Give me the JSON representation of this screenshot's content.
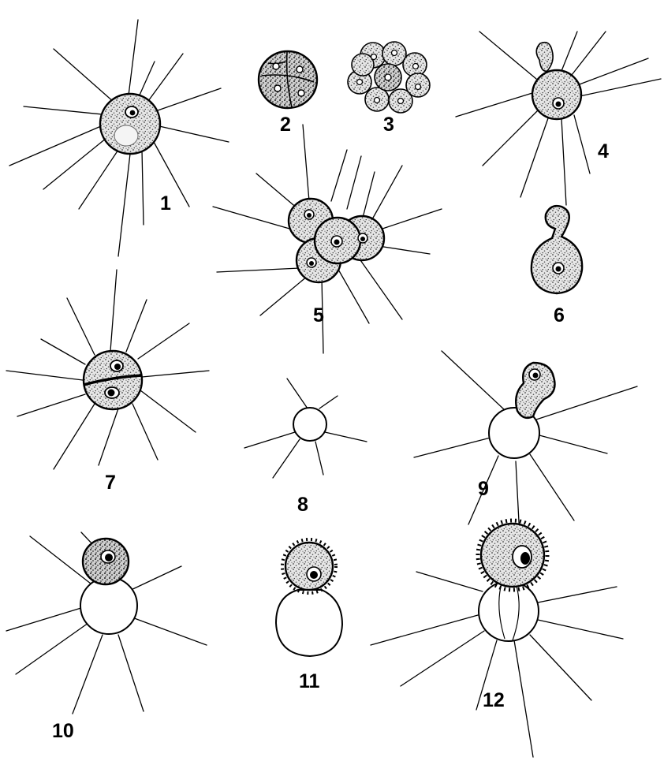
{
  "figures": [
    {
      "label": "1"
    },
    {
      "label": "2"
    },
    {
      "label": "3"
    },
    {
      "label": "4"
    },
    {
      "label": "5"
    },
    {
      "label": "6"
    },
    {
      "label": "7"
    },
    {
      "label": "8"
    },
    {
      "label": "9"
    },
    {
      "label": "10"
    },
    {
      "label": "11"
    },
    {
      "label": "12"
    }
  ]
}
